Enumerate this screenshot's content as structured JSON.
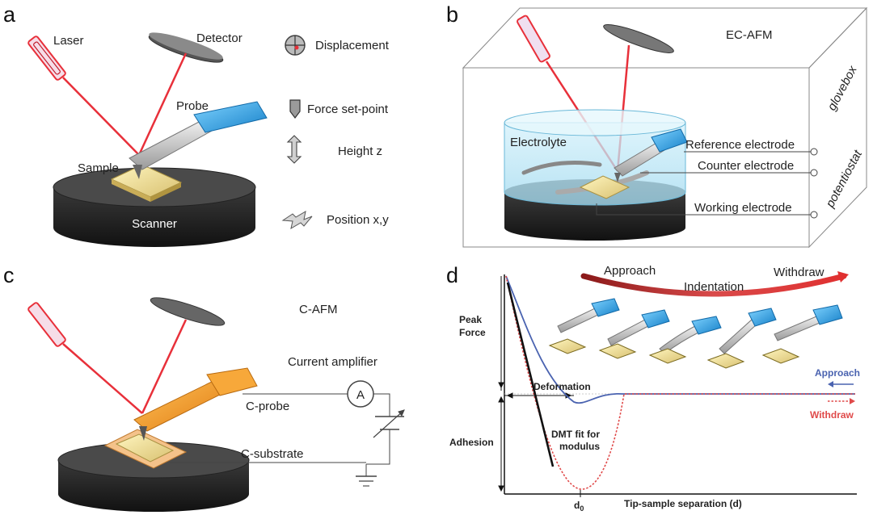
{
  "panels": {
    "a": {
      "letter": "a",
      "laser": "Laser",
      "detector": "Detector",
      "probe": "Probe",
      "sample": "Sample",
      "scanner": "Scanner",
      "legend": {
        "displacement": "Displacement",
        "force_setpoint": "Force set-point",
        "height": "Height z",
        "position": "Position x,y"
      }
    },
    "b": {
      "letter": "b",
      "title": "EC-AFM",
      "glovebox": "glovebox",
      "potentiostat": "potentiostat",
      "electrolyte": "Electrolyte",
      "reference": "Reference electrode",
      "counter": "Counter electrode",
      "working": "Working electrode"
    },
    "c": {
      "letter": "c",
      "title": "C-AFM",
      "amplifier": "Current amplifier",
      "ammeter": "A",
      "probe": "C-probe",
      "substrate": "C-substrate"
    },
    "d": {
      "letter": "d",
      "approach_top": "Approach",
      "withdraw_top": "Withdraw",
      "indentation": "Indentation",
      "peak_force_1": "Peak",
      "peak_force_2": "Force",
      "deformation": "Deformation",
      "adhesion": "Adhesion",
      "dmt_1": "DMT fit for",
      "dmt_2": "modulus",
      "legend_approach": "Approach",
      "legend_withdraw": "Withdraw",
      "d0": "d",
      "d0_sub": "0",
      "xlabel": "Tip-sample separation (d)"
    }
  },
  "colors": {
    "laser": "#e8303a",
    "probe_blue": "#2aa3e0",
    "probe_orange": "#f39a22",
    "approach_curve": "#4a63b0",
    "withdraw_curve": "#e04a4a",
    "arc_dark": "#8b1a1a",
    "arc_light": "#e03030"
  }
}
